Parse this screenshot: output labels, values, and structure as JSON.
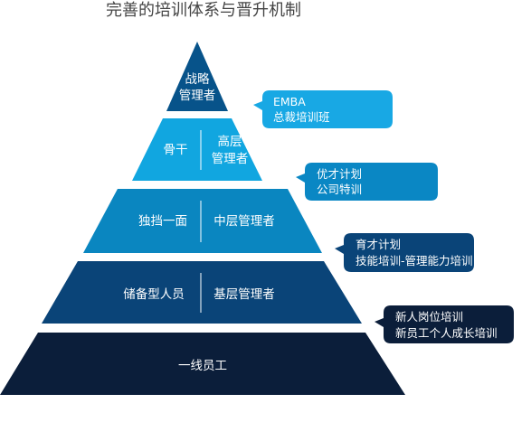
{
  "title": "完善的培训体系与晋升机制",
  "colors": {
    "tier1": "#07538a",
    "tier2": "#11a6e0",
    "tier3": "#0a86c0",
    "tier4": "#0a4478",
    "tier5": "#0b1e3a",
    "divider": "#ffffff"
  },
  "tiers": [
    {
      "lines": [
        "战略",
        "管理者"
      ]
    },
    {
      "left": "骨干",
      "right": [
        "高层",
        "管理者"
      ]
    },
    {
      "left": "独挡一面",
      "right": [
        "中层管理者"
      ]
    },
    {
      "left": "储备型人员",
      "right": [
        "基层管理者"
      ]
    },
    {
      "center": "一线员工"
    }
  ],
  "callouts": [
    {
      "lines": [
        "EMBA",
        "总裁培训班"
      ],
      "color": "#18a8e4"
    },
    {
      "lines": [
        "优才计划",
        "公司特训"
      ],
      "color": "#0a87c4"
    },
    {
      "lines": [
        "育才计划",
        "技能培训-管理能力培训"
      ],
      "color": "#0a4478"
    },
    {
      "lines": [
        "新人岗位培训",
        "新员工个人成长培训"
      ],
      "color": "#0b1e3a"
    }
  ]
}
